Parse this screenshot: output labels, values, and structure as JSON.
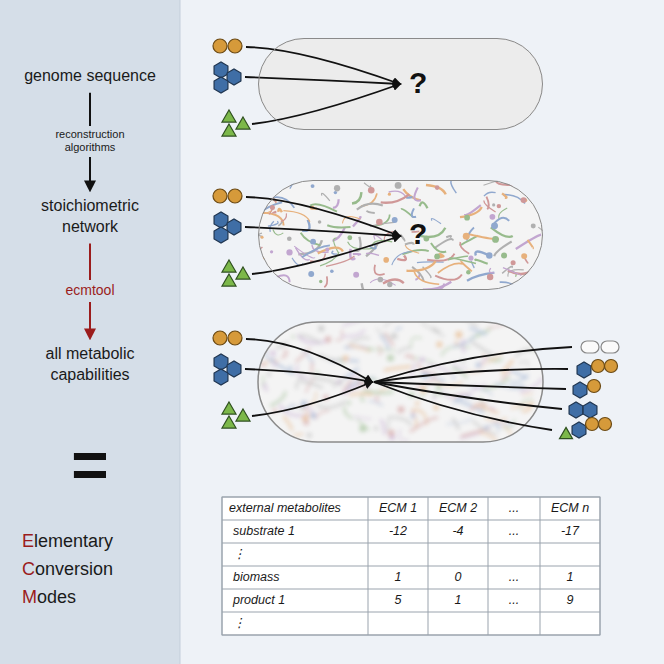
{
  "diagram": {
    "nodes": [
      {
        "text": [
          "genome sequence"
        ]
      },
      {
        "text": [
          "stoichiometric network"
        ]
      },
      {
        "text": [
          "all metabolic capabilities"
        ]
      },
      {
        "text": [
          "?"
        ]
      },
      {
        "text": [
          "?"
        ]
      }
    ],
    "edges": [
      {
        "from": 0,
        "to": 1,
        "arrow": "to",
        "label": "reconstruction algorithms"
      },
      {
        "from": 1,
        "to": 2,
        "arrow": "to",
        "label": "ecmtool"
      }
    ],
    "labels": [
      "=",
      "Elementary Conversion Modes",
      "external metabolites",
      "ECM 1",
      "ECM 2",
      "...",
      "ECM n",
      "substrate 1",
      "-12",
      "-4",
      "...",
      "-17",
      "⋮",
      "biomass",
      "1",
      "0",
      "...",
      "1",
      "product 1",
      "5",
      "1",
      "...",
      "9",
      "⋮"
    ]
  }
}
